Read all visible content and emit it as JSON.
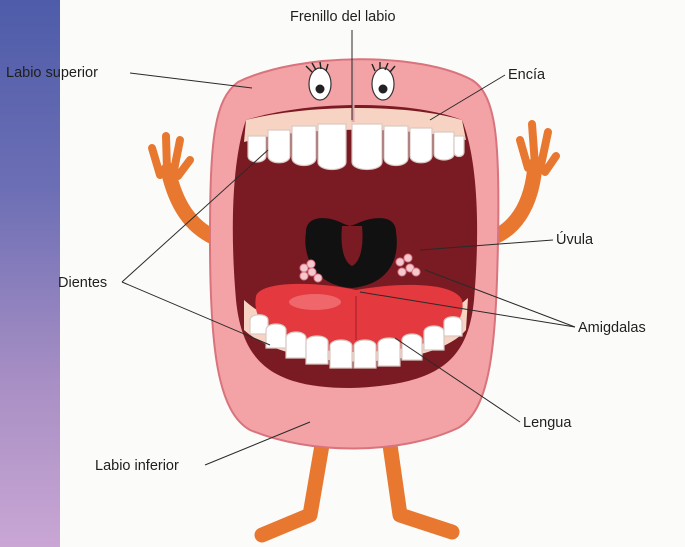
{
  "labels": {
    "frenillo": "Frenillo del labio",
    "labio_superior": "Labio superior",
    "encia": "Encía",
    "dientes": "Dientes",
    "uvula": "Úvula",
    "amigdalas": "Amigdalas",
    "lengua": "Lengua",
    "labio_inferior": "Labio inferior"
  },
  "colors": {
    "lip": "#f3a2a6",
    "lip_dark": "#d9737c",
    "gum": "#f7d3c3",
    "cavity": "#7a1a22",
    "throat": "#111111",
    "tongue": "#e3393f",
    "limbs": "#e8782f"
  }
}
